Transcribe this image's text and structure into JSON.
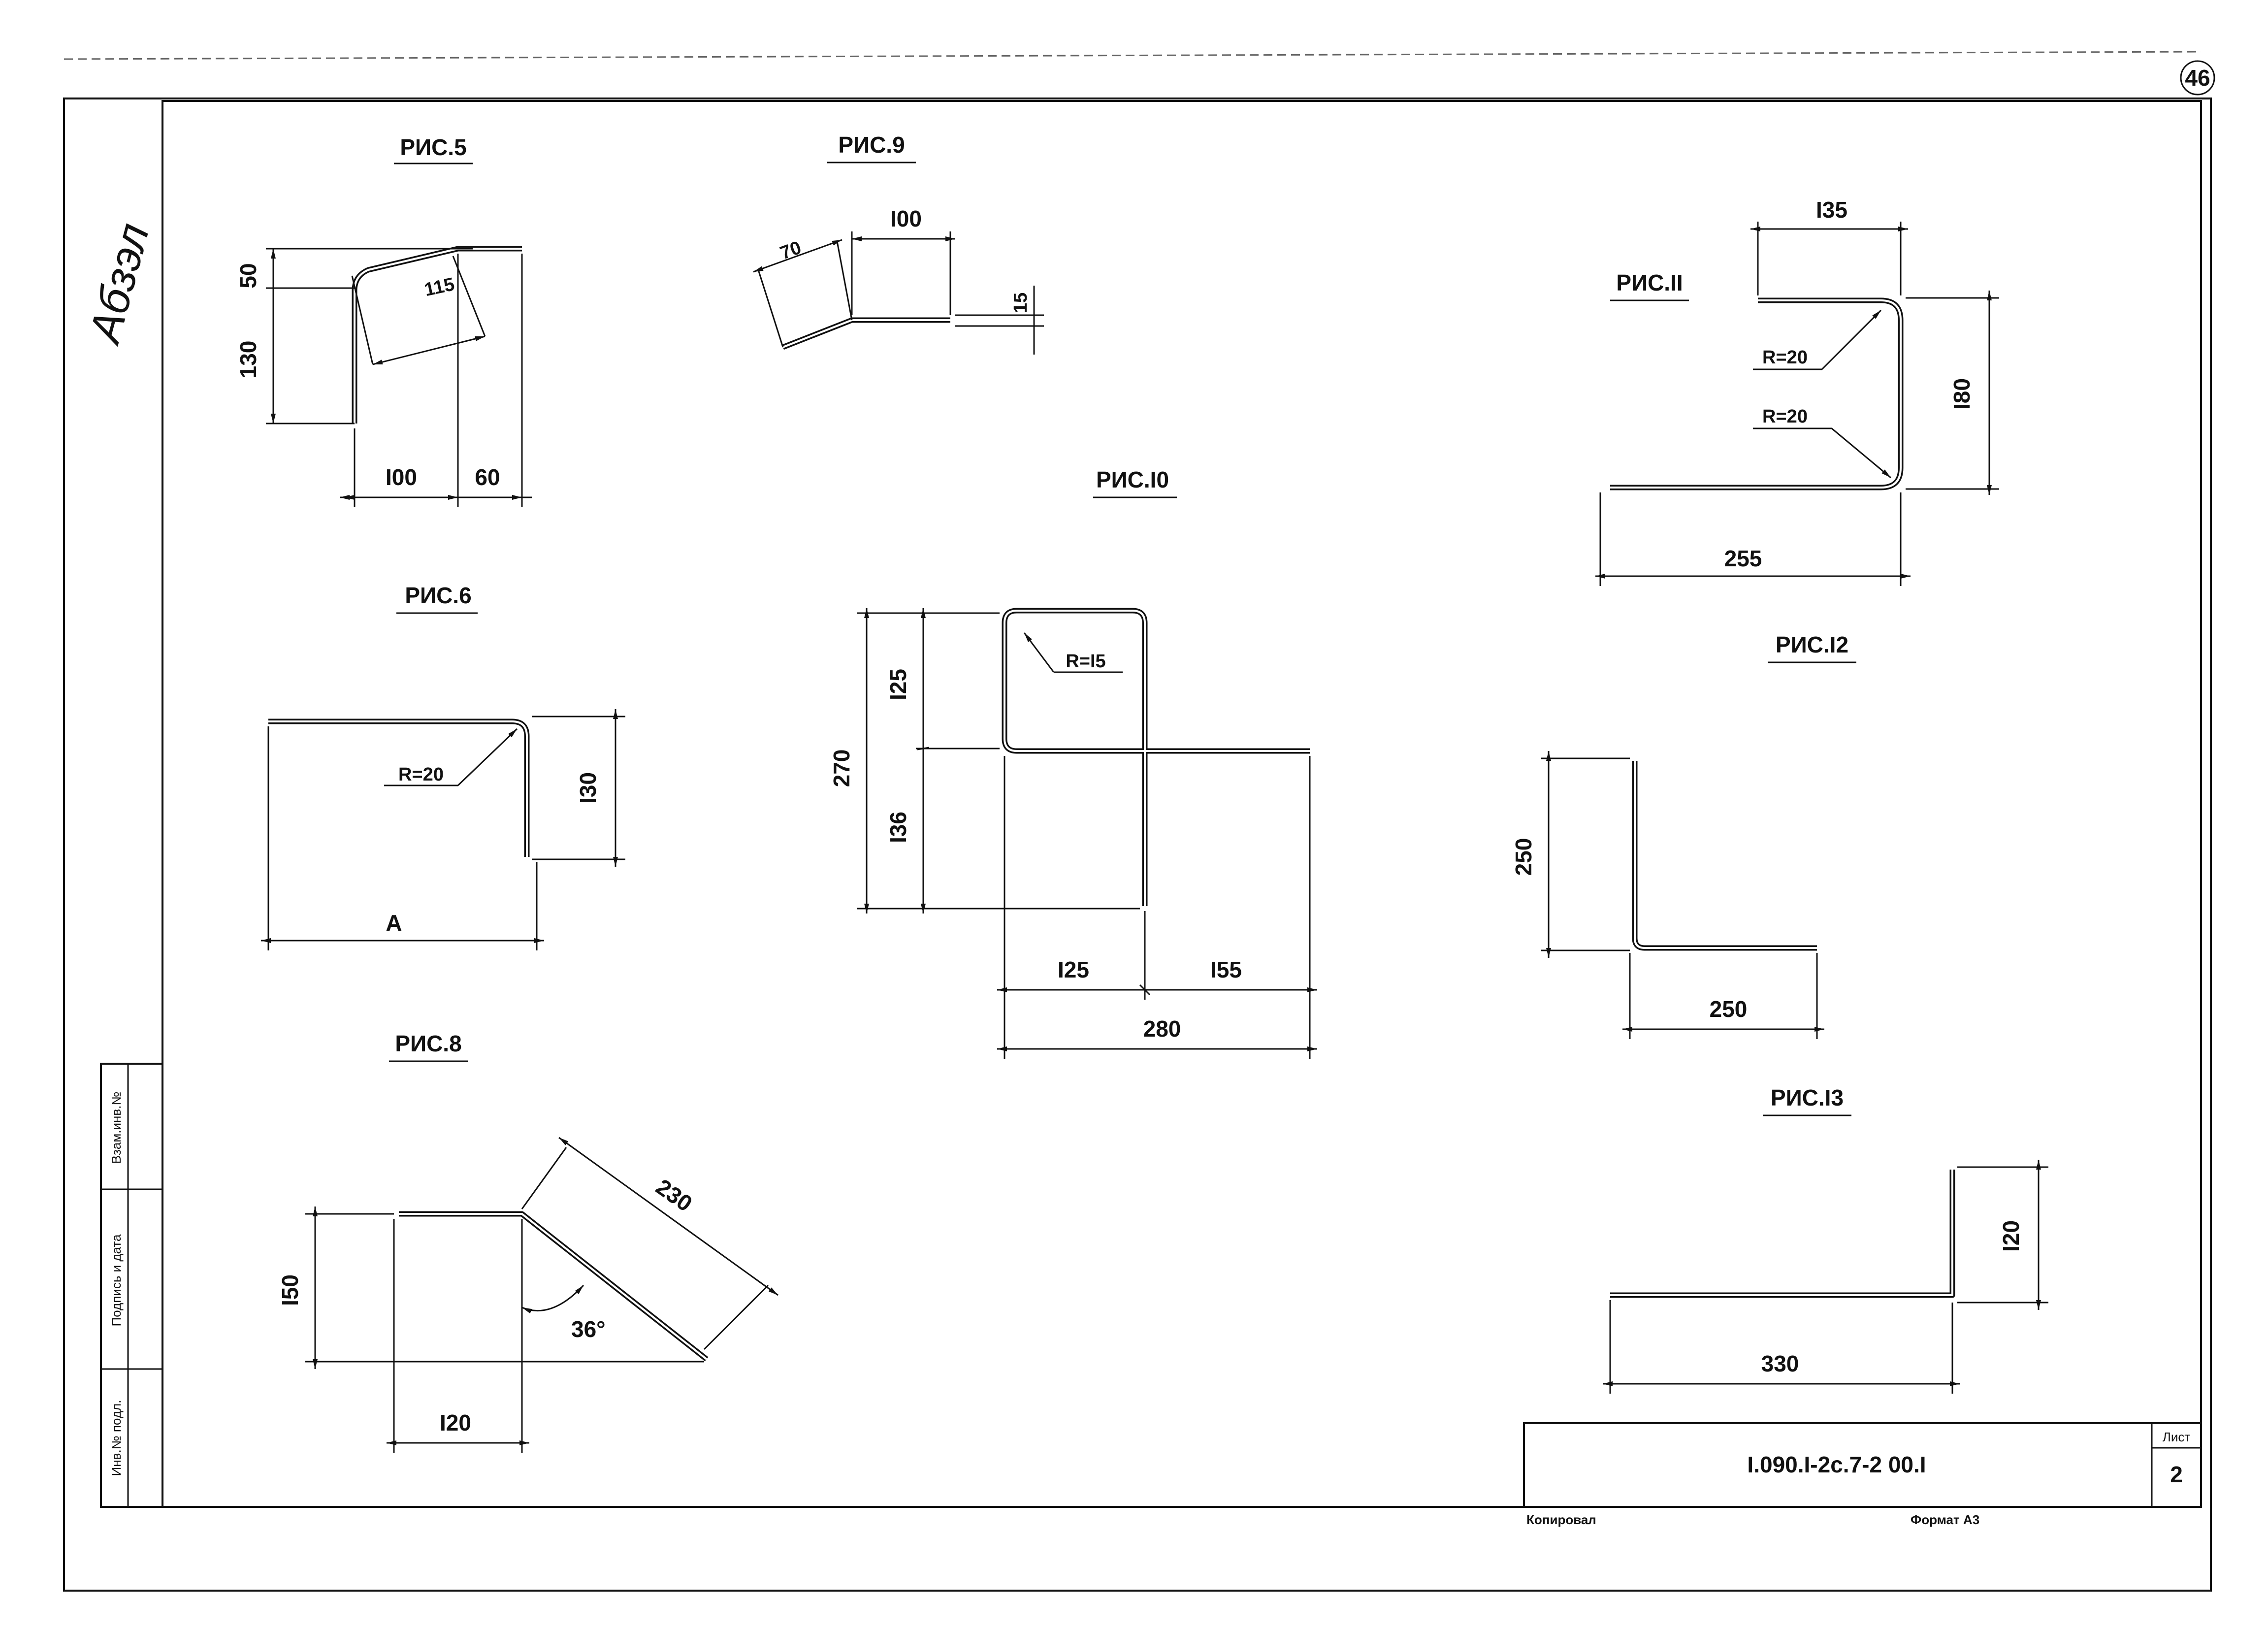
{
  "sheet_number": "46",
  "handwritten_note": "Абзэл",
  "figures": {
    "fig5": {
      "title": "РИС.5",
      "dims": [
        "50",
        "130",
        "115",
        "I00",
        "60"
      ]
    },
    "fig9": {
      "title": "РИС.9",
      "dims": [
        "70",
        "I00",
        "15"
      ]
    },
    "fig11": {
      "title": "РИС.II",
      "dims": [
        "I35",
        "R=20",
        "R=20",
        "I80",
        "255"
      ]
    },
    "fig10": {
      "title": "РИС.I0",
      "dims": [
        "270",
        "I25",
        "I36",
        "R=I5",
        "I25",
        "I55",
        "280"
      ]
    },
    "fig6": {
      "title": "РИС.6",
      "dims": [
        "R=20",
        "I30",
        "A"
      ]
    },
    "fig12": {
      "title": "РИС.I2",
      "dims": [
        "250",
        "250"
      ]
    },
    "fig8": {
      "title": "РИС.8",
      "dims": [
        "230",
        "I50",
        "36°",
        "I20"
      ]
    },
    "fig13": {
      "title": "РИС.I3",
      "dims": [
        "I20",
        "330"
      ]
    }
  },
  "left_stamp": {
    "row1": "Инв.№ подл.",
    "row2": "Подпись и дата",
    "row3": "Взам.инв.№"
  },
  "title_block": {
    "document_code": "I.090.I-2с.7-2 00.I",
    "sheet_label": "Лист",
    "sheet_value": "2"
  },
  "footer": {
    "copied": "Копировал",
    "format": "Формат А3"
  }
}
